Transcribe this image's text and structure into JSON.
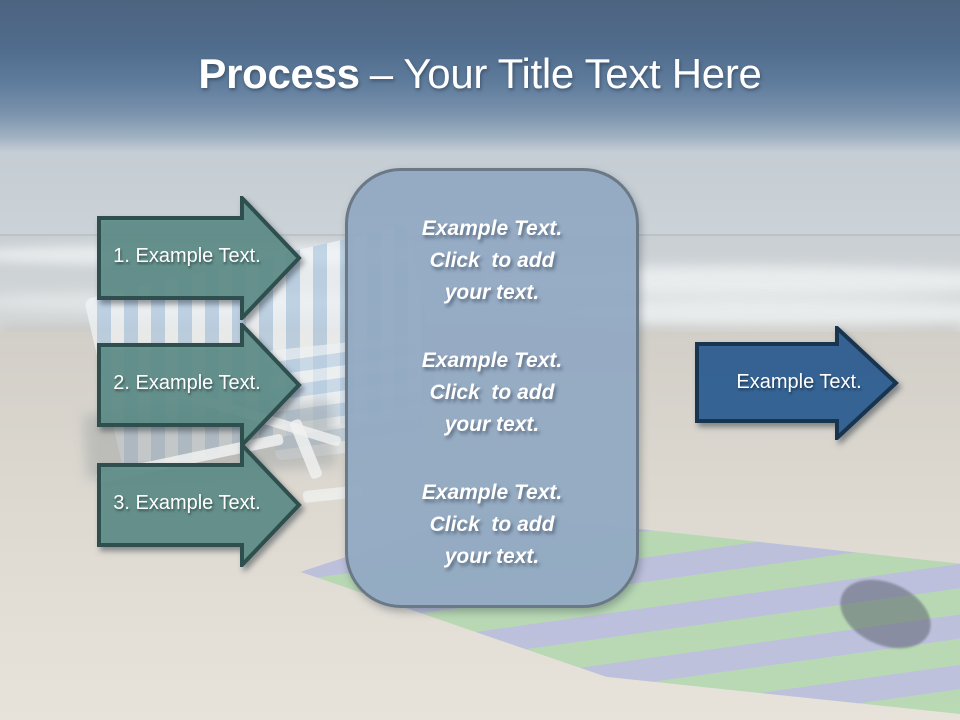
{
  "title": {
    "bold": "Process",
    "regular": "– Your Title Text Here"
  },
  "left_arrows": [
    {
      "label": "1. Example Text."
    },
    {
      "label": "2. Example Text."
    },
    {
      "label": "3. Example Text."
    }
  ],
  "center_panel": {
    "items": [
      {
        "text": "Example Text.\nClick  to add\nyour text."
      },
      {
        "text": "Example Text.\nClick  to add\nyour text."
      },
      {
        "text": "Example Text.\nClick  to add\nyour text."
      }
    ]
  },
  "right_arrow": {
    "label": "Example Text."
  },
  "colors": {
    "step_arrow_fill": "#5E8F8A",
    "step_arrow_border": "#2E4F4D",
    "result_arrow_fill": "#2E6094",
    "result_arrow_border": "#19344F",
    "panel_fill": "#93AAC3",
    "panel_border": "#6B7885",
    "header_top": "#4D6480",
    "title_text": "#FFFFFF"
  }
}
